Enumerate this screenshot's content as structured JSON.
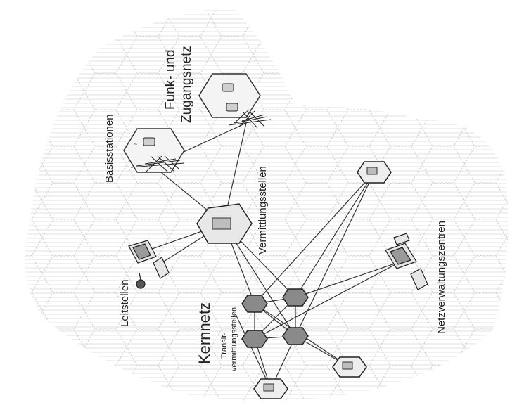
{
  "labels": {
    "funk_line1": "Funk- und",
    "funk_line2": "Zugangsnetz",
    "basisstationen": "Basisstationen",
    "vermittlungsstellen": "Vermittlungsstellen",
    "leitstellen": "Leitstellen",
    "kernnetz": "Kernnetz",
    "transit_line1": "Transit-",
    "transit_line2": "vermittlungsstellen",
    "netzverwaltungszentren": "Netzverwaltungszentren"
  }
}
